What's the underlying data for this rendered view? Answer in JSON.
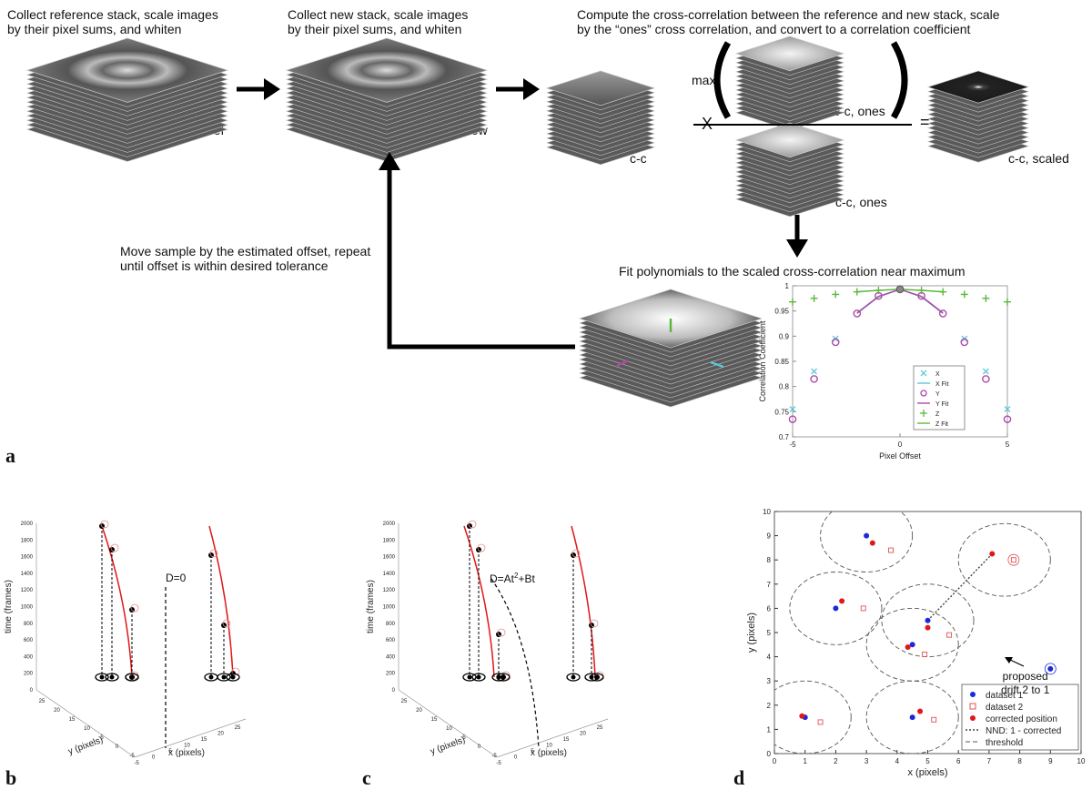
{
  "panel_a": {
    "label": "a",
    "step_ref_line1": "Collect reference stack, scale images",
    "step_ref_line2": "by their pixel sums, and whiten",
    "step_new_line1": "Collect new stack, scale images",
    "step_new_line2": "by their pixel sums, and whiten",
    "step_cc_line1": "Compute the cross-correlation between the reference and new stack, scale",
    "step_cc_line2": "by the “ones” cross correlation, and convert to a correlation coefficient",
    "step_fit": "Fit polynomials to the scaled cross-correlation near maximum",
    "step_move_line1": "Move sample by the estimated offset, repeat",
    "step_move_line2": "until offset is within desired tolerance",
    "stack_ref": "ref",
    "stack_new": "new",
    "stack_cc": "c-c",
    "stack_ones_top": "c-c, ones",
    "stack_ones_bottom": "c-c, ones",
    "stack_scaled": "c-c, scaled",
    "op_multiply": "X",
    "op_equals": "=",
    "op_max": "max"
  },
  "panel_b": {
    "label": "b",
    "zlabel": "time (frames)",
    "ylabel": "y (pixels)",
    "xlabel": "x (pixels)",
    "annotation": "D=0",
    "z_ticks": [
      "0",
      "200",
      "400",
      "600",
      "800",
      "1000",
      "1200",
      "1400",
      "1600",
      "1800",
      "2000"
    ]
  },
  "panel_c": {
    "label": "c",
    "zlabel": "time (frames)",
    "ylabel": "y (pixels)",
    "xlabel": "x (pixels)",
    "annotation": "D=At",
    "annotation_sup": "2",
    "annotation_tail": "+Bt",
    "z_ticks": [
      "0",
      "200",
      "400",
      "600",
      "800",
      "1000",
      "1200",
      "1400",
      "1600",
      "1800",
      "2000"
    ]
  },
  "panel_d": {
    "label": "d",
    "annotation_line1": "proposed",
    "annotation_line2": "drift 2 to 1"
  },
  "chart_data": [
    {
      "type": "scatter",
      "title": "",
      "xlabel": "Pixel Offset",
      "ylabel": "Correlation Coefficient",
      "xlim": [
        -5,
        5
      ],
      "ylim": [
        0.7,
        1
      ],
      "x_ticks": [
        "-5",
        "0",
        "5"
      ],
      "y_ticks": [
        "0.7",
        "0.75",
        "0.8",
        "0.85",
        "0.9",
        "0.95",
        "1"
      ],
      "legend_placement": "inside lower-right",
      "colors": {
        "X": "#5bc8d8",
        "Y": "#b04aa8",
        "Z": "#5ab83a",
        "peak": "#888888"
      },
      "series": [
        {
          "name": "X",
          "marker": "x",
          "x": [
            -5,
            -4,
            -3,
            3,
            4,
            5
          ],
          "y": [
            0.755,
            0.83,
            0.895,
            0.895,
            0.83,
            0.755
          ]
        },
        {
          "name": "X Fit",
          "line": true,
          "x": [
            -2,
            -1,
            0,
            1,
            2
          ],
          "y": [
            0.945,
            0.978,
            0.993,
            0.978,
            0.945
          ]
        },
        {
          "name": "Y",
          "marker": "o",
          "x": [
            -5,
            -4,
            -3,
            -2,
            -1,
            0,
            1,
            2,
            3,
            4,
            5
          ],
          "y": [
            0.735,
            0.815,
            0.888,
            0.945,
            0.98,
            0.993,
            0.98,
            0.945,
            0.888,
            0.815,
            0.735
          ]
        },
        {
          "name": "Y Fit",
          "line": true,
          "x": [
            -2,
            -1,
            0,
            1,
            2
          ],
          "y": [
            0.946,
            0.979,
            0.993,
            0.979,
            0.946
          ]
        },
        {
          "name": "Z",
          "marker": "+",
          "x": [
            -5,
            -4,
            -3,
            -2,
            -1,
            0,
            1,
            2,
            3,
            4,
            5
          ],
          "y": [
            0.968,
            0.975,
            0.983,
            0.988,
            0.991,
            0.993,
            0.991,
            0.988,
            0.983,
            0.975,
            0.968
          ]
        },
        {
          "name": "Z Fit",
          "line": true,
          "x": [
            -2,
            -1,
            0,
            1,
            2
          ],
          "y": [
            0.988,
            0.991,
            0.993,
            0.991,
            0.988
          ]
        }
      ]
    },
    {
      "type": "scatter",
      "title": "",
      "xlabel": "x (pixels)",
      "ylabel": "y (pixels)",
      "xlim": [
        0,
        10
      ],
      "ylim": [
        0,
        10
      ],
      "x_ticks": [
        "0",
        "1",
        "2",
        "3",
        "4",
        "5",
        "6",
        "7",
        "8",
        "9",
        "10"
      ],
      "y_ticks": [
        "0",
        "1",
        "2",
        "3",
        "4",
        "5",
        "6",
        "7",
        "8",
        "9",
        "10"
      ],
      "legend_placement": "bottom-right",
      "colors": {
        "dataset1": "#1a2ad8",
        "dataset2": "#e05050",
        "corrected": "#e01818",
        "threshold": "#555555"
      },
      "series": [
        {
          "name": "dataset 1",
          "marker": "filled-circle",
          "points": [
            [
              1.0,
              1.5
            ],
            [
              2.0,
              6.0
            ],
            [
              3.0,
              9.0
            ],
            [
              4.5,
              4.5
            ],
            [
              4.5,
              1.5
            ],
            [
              5.0,
              5.5
            ],
            [
              9.0,
              3.5
            ]
          ]
        },
        {
          "name": "dataset 2",
          "marker": "open-square",
          "points": [
            [
              1.5,
              1.3
            ],
            [
              2.9,
              6.0
            ],
            [
              3.8,
              8.4
            ],
            [
              4.9,
              4.1
            ],
            [
              5.2,
              1.4
            ],
            [
              5.7,
              4.9
            ],
            [
              7.8,
              8.0
            ]
          ]
        },
        {
          "name": "corrected position",
          "marker": "filled-circle",
          "points": [
            [
              0.9,
              1.55
            ],
            [
              2.2,
              6.3
            ],
            [
              3.2,
              8.7
            ],
            [
              4.35,
              4.4
            ],
            [
              4.75,
              1.75
            ],
            [
              5.0,
              5.2
            ],
            [
              7.1,
              8.25
            ]
          ]
        },
        {
          "name": "NND: 1 - corrected",
          "line": "dotted",
          "points": [
            [
              5.0,
              5.5
            ],
            [
              7.1,
              8.25
            ]
          ]
        },
        {
          "name": "threshold",
          "line": "dashed-circles",
          "radius": 1.5,
          "centers": [
            [
              1.0,
              1.5
            ],
            [
              2.0,
              6.0
            ],
            [
              3.0,
              9.0
            ],
            [
              4.5,
              4.5
            ],
            [
              4.5,
              1.5
            ],
            [
              5.0,
              5.5
            ],
            [
              7.5,
              8.0
            ]
          ]
        }
      ]
    }
  ]
}
